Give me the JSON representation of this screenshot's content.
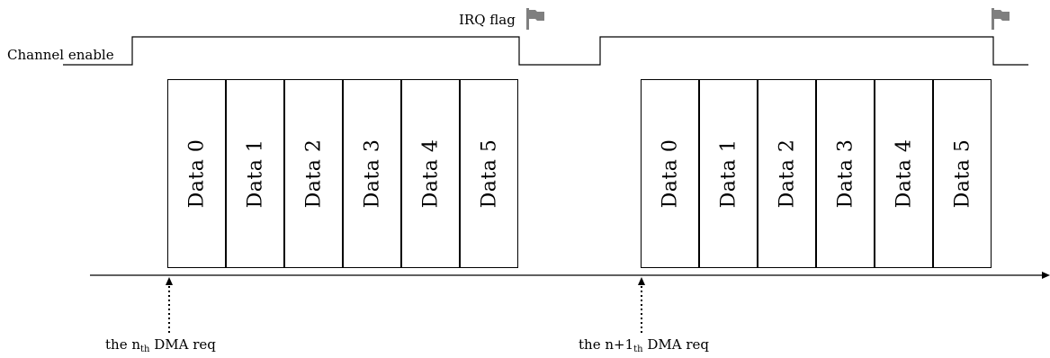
{
  "labels": {
    "channel_enable": "Channel enable",
    "irq_flag": "IRQ flag",
    "req1_prefix": "the n",
    "req1_sub": "th",
    "req1_suffix": " DMA req",
    "req2_prefix": "the n+1",
    "req2_sub": "th",
    "req2_suffix": " DMA req"
  },
  "group1": [
    "Data 0",
    "Data 1",
    "Data 2",
    "Data 3",
    "Data 4",
    "Data 5"
  ],
  "group2": [
    "Data 0",
    "Data 1",
    "Data 2",
    "Data 3",
    "Data 4",
    "Data 5"
  ],
  "colors": {
    "line": "#000000",
    "flag": "#7f7f7f"
  },
  "icons": {
    "flag": "flag-icon",
    "arrow": "arrow-up-icon"
  }
}
